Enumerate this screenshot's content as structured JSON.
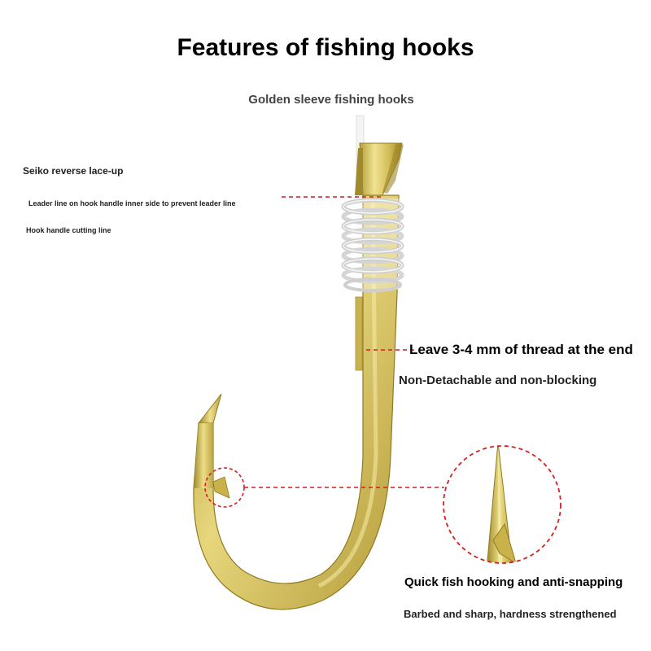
{
  "title": "Features of fishing hooks",
  "subtitle": "Golden sleeve fishing hooks",
  "labels": {
    "seiko": "Seiko reverse lace-up",
    "leader": "Leader line on hook handle inner side to prevent leader line",
    "cutting": "Hook handle cutting line",
    "leave": "Leave 3-4 mm of thread at the end",
    "nondetach": "Non-Detachable and non-blocking",
    "quick": "Quick fish hooking and anti-snapping",
    "barbed": "Barbed and sharp, hardness strengthened"
  },
  "colors": {
    "gold": "#c9b24a",
    "gold_light": "#efe08a",
    "gold_dark": "#8f7a22",
    "callout": "#d61f1f"
  }
}
